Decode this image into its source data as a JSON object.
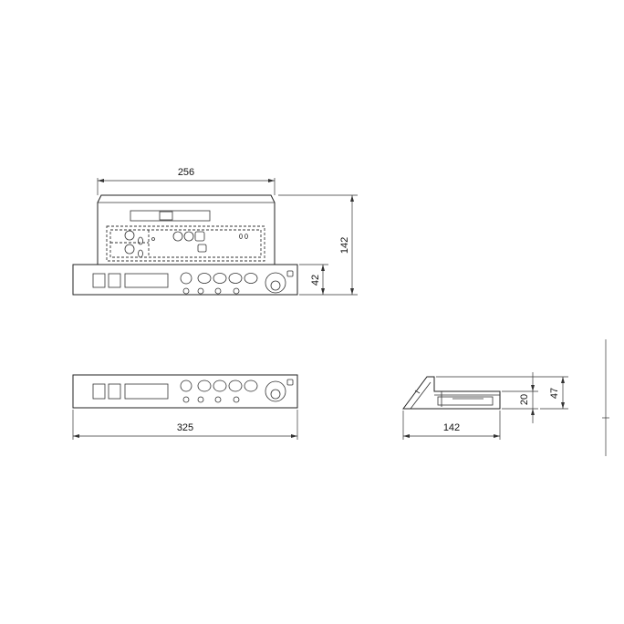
{
  "dimensions": {
    "top_width": "256",
    "top_depth": "142",
    "top_height_front": "42",
    "front_width": "325",
    "side_depth": "142",
    "side_height_inner": "20",
    "side_height_total": "47"
  },
  "colors": {
    "line": "#222222",
    "background": "#ffffff"
  }
}
